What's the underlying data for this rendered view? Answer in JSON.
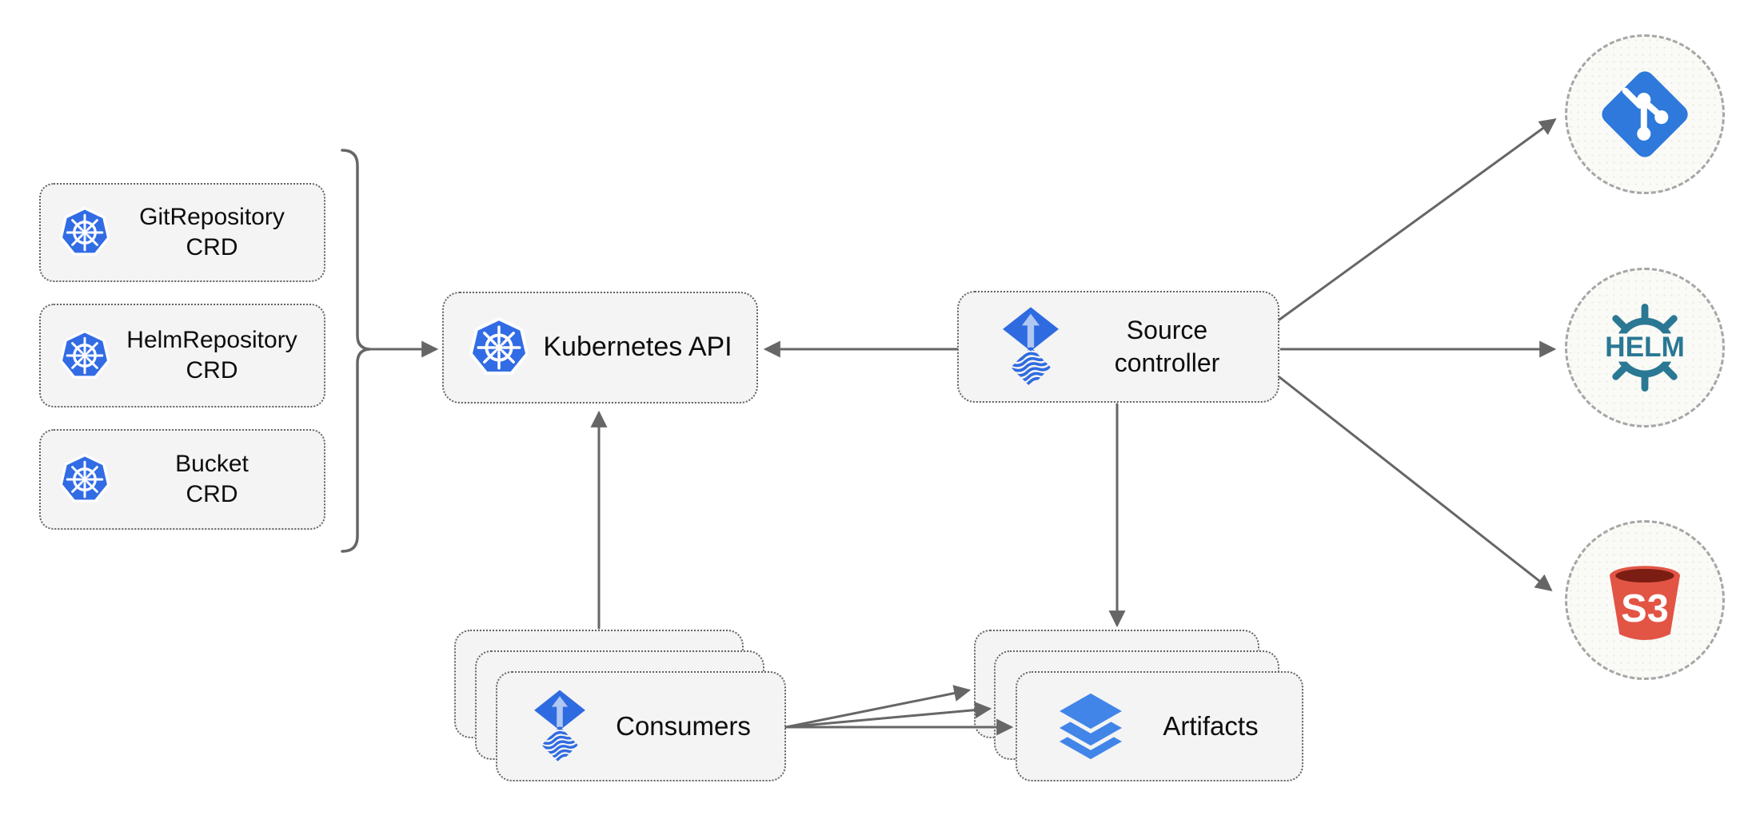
{
  "title": "Flux source-controller architecture diagram",
  "colors": {
    "kubernetes_blue": "#326CE5",
    "flux_blue": "#2F6BE0",
    "flux_arrow_light": "#AFC7F2",
    "git_blue": "#2E79DB",
    "helm_teal": "#2A7893",
    "s3_red": "#E25444",
    "s3_dark_red": "#7B1D13",
    "layers_blue": "#4285E8",
    "connector_gray": "#666666",
    "node_fill": "#F4F4F4",
    "circle_fill": "#FAFAF7"
  },
  "crds": [
    {
      "label": "GitRepository\nCRD",
      "icon": "kubernetes-icon"
    },
    {
      "label": "HelmRepository\nCRD",
      "icon": "kubernetes-icon"
    },
    {
      "label": "Bucket\nCRD",
      "icon": "kubernetes-icon"
    }
  ],
  "nodes": {
    "kubernetes_api": {
      "label": "Kubernetes API",
      "icon": "kubernetes-icon"
    },
    "source_controller": {
      "label": "Source\ncontroller",
      "icon": "flux-icon"
    },
    "consumers": {
      "label": "Consumers",
      "icon": "flux-icon"
    },
    "artifacts": {
      "label": "Artifacts",
      "icon": "layers-icon"
    }
  },
  "sources": [
    {
      "name": "git-repository",
      "icon": "git-icon"
    },
    {
      "name": "helm-repository",
      "icon": "helm-icon"
    },
    {
      "name": "s3-bucket",
      "icon": "s3-icon"
    }
  ],
  "icon_text": {
    "helm": "HELM",
    "s3": "S3"
  }
}
